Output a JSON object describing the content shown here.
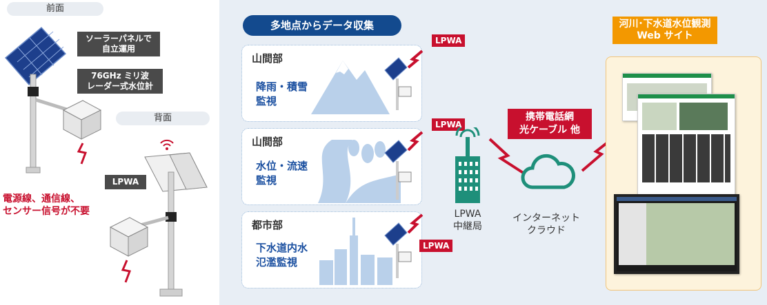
{
  "left": {
    "front_label": "前面",
    "back_label": "背面",
    "solar_label": "ソーラーパネルで\n自立運用",
    "radar_label": "76GHz ミリ波\nレーダー式水位計",
    "lpwa_label": "LPWA",
    "note": "電源線、通信線、\nセンサー信号が不要"
  },
  "right": {
    "collect_title": "多地点からデータ収集",
    "sites": [
      {
        "title": "山間部",
        "desc": "降雨・積雪\n監視",
        "lpwa": "LPWA"
      },
      {
        "title": "山間部",
        "desc": "水位・流速\n監視",
        "lpwa": "LPWA"
      },
      {
        "title": "都市部",
        "desc": "下水道内水\n氾濫監視",
        "lpwa": "LPWA"
      }
    ],
    "relay_label": "LPWA\n中継局",
    "network_label": "携帯電話網\n光ケーブル 他",
    "cloud_label": "インターネット\nクラウド",
    "web_title": "河川･下水道水位観測\nWeb サイト"
  },
  "colors": {
    "navy": "#134a8e",
    "red": "#c8102e",
    "orange": "#f39800",
    "teal": "#1e8f7a",
    "lightblue": "#b9d0ea"
  }
}
